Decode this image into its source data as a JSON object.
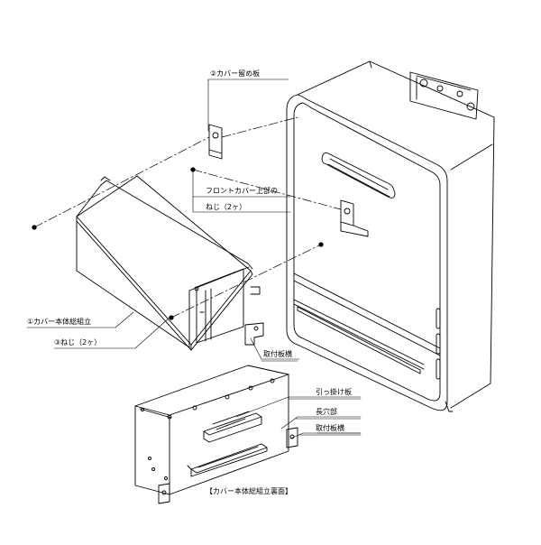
{
  "labels": {
    "cover_stop_plate": "②カバー留め板",
    "front_cover_top_line1": "フロントカバー上部の",
    "front_cover_top_line2": "ねじ（2ヶ）",
    "cover_body_assembly": "①カバー本体総組立",
    "screw_2": "③ねじ（2ヶ）",
    "mounting_bracket_top": "取付板横",
    "hook_plate": "引っ掛け板",
    "long_hole": "長穴部",
    "mounting_bracket_bottom": "取付板横",
    "rear_view_caption": "【カバー本体総組立裏面】"
  }
}
